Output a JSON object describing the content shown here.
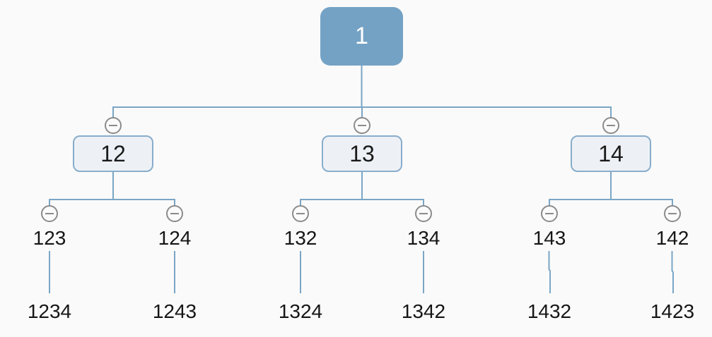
{
  "diagram": {
    "type": "tree",
    "background": "#fafafa",
    "connector_color": "#7aa6c5",
    "node_colors": {
      "root_fill": "#74a2c5",
      "root_text": "#ffffff",
      "branch_fill": "#edf1f6",
      "branch_border": "#88adcb",
      "label_text": "#161616"
    },
    "icons": {
      "collapse": "minus-circle",
      "collapse_border": "#8b8b8b"
    },
    "root": {
      "label": "1"
    },
    "branches": [
      {
        "label": "12",
        "children": [
          {
            "label": "123",
            "leaf": "1234"
          },
          {
            "label": "124",
            "leaf": "1243"
          }
        ]
      },
      {
        "label": "13",
        "children": [
          {
            "label": "132",
            "leaf": "1324"
          },
          {
            "label": "134",
            "leaf": "1342"
          }
        ]
      },
      {
        "label": "14",
        "children": [
          {
            "label": "143",
            "leaf": "1432"
          },
          {
            "label": "142",
            "leaf": "1423"
          }
        ]
      }
    ]
  }
}
